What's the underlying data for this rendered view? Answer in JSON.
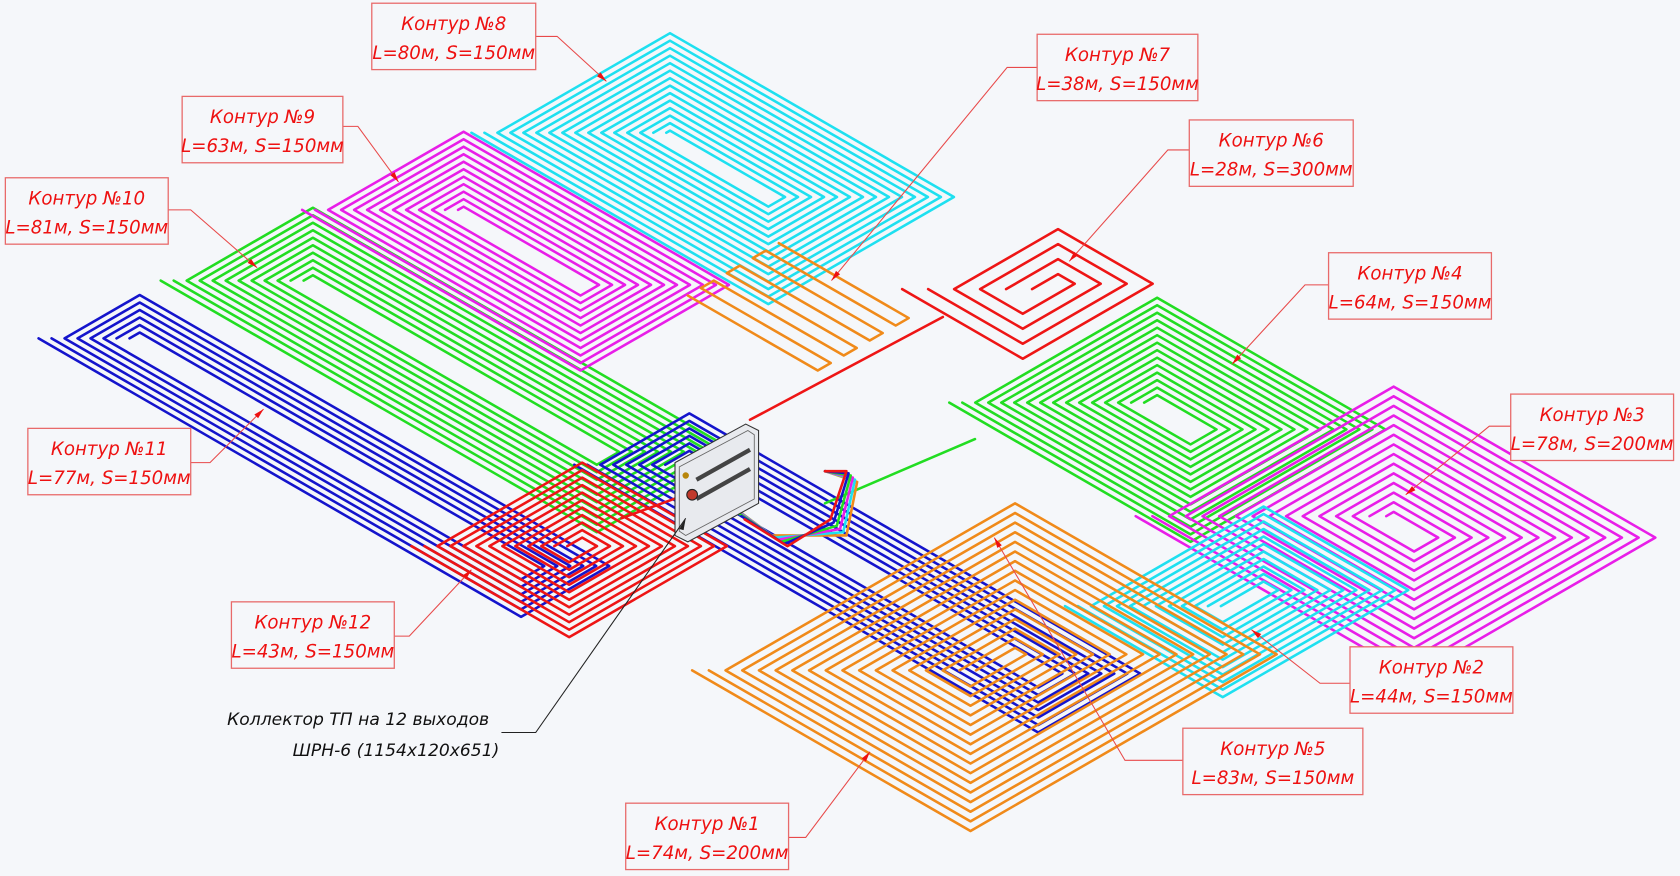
{
  "title": "Схема контуров тёплого пола",
  "colors": {
    "label": "#ee1111",
    "orange": "#f08a1a",
    "cyan": "#1ee0f0",
    "magenta": "#e81ee8",
    "green": "#22dd22",
    "blue": "#1414cc",
    "red": "#ee1515"
  },
  "circuits": [
    {
      "id": 1,
      "name": "Контур №1",
      "spec": "L=74м, S=200мм",
      "length_m": 74,
      "step_mm": 200,
      "color": "orange"
    },
    {
      "id": 2,
      "name": "Контур №2",
      "spec": "L=44м, S=150мм",
      "length_m": 44,
      "step_mm": 150,
      "color": "cyan"
    },
    {
      "id": 3,
      "name": "Контур №3",
      "spec": "L=78м, S=200мм",
      "length_m": 78,
      "step_mm": 200,
      "color": "magenta"
    },
    {
      "id": 4,
      "name": "Контур №4",
      "spec": "L=64м, S=150мм",
      "length_m": 64,
      "step_mm": 150,
      "color": "green"
    },
    {
      "id": 5,
      "name": "Контур №5",
      "spec": "L=83м, S=150мм",
      "length_m": 83,
      "step_mm": 150,
      "color": "blue"
    },
    {
      "id": 6,
      "name": "Контур №6",
      "spec": "L=28м, S=300мм",
      "length_m": 28,
      "step_mm": 300,
      "color": "red"
    },
    {
      "id": 7,
      "name": "Контур №7",
      "spec": "L=38м, S=150мм",
      "length_m": 38,
      "step_mm": 150,
      "color": "orange"
    },
    {
      "id": 8,
      "name": "Контур №8",
      "spec": "L=80м, S=150мм",
      "length_m": 80,
      "step_mm": 150,
      "color": "cyan"
    },
    {
      "id": 9,
      "name": "Контур №9",
      "spec": "L=63м, S=150мм",
      "length_m": 63,
      "step_mm": 150,
      "color": "magenta"
    },
    {
      "id": 10,
      "name": "Контур №10",
      "spec": "L=81м, S=150мм",
      "length_m": 81,
      "step_mm": 150,
      "color": "green"
    },
    {
      "id": 11,
      "name": "Контур №11",
      "spec": "L=77м, S=150мм",
      "length_m": 77,
      "step_mm": 150,
      "color": "blue"
    },
    {
      "id": 12,
      "name": "Контур №12",
      "spec": "L=43м, S=150мм",
      "length_m": 43,
      "step_mm": 150,
      "color": "red"
    }
  ],
  "manifold": {
    "line1": "Коллектор ТП на 12 выходов",
    "line2": "ШРН-6 (1154x120x651)"
  }
}
